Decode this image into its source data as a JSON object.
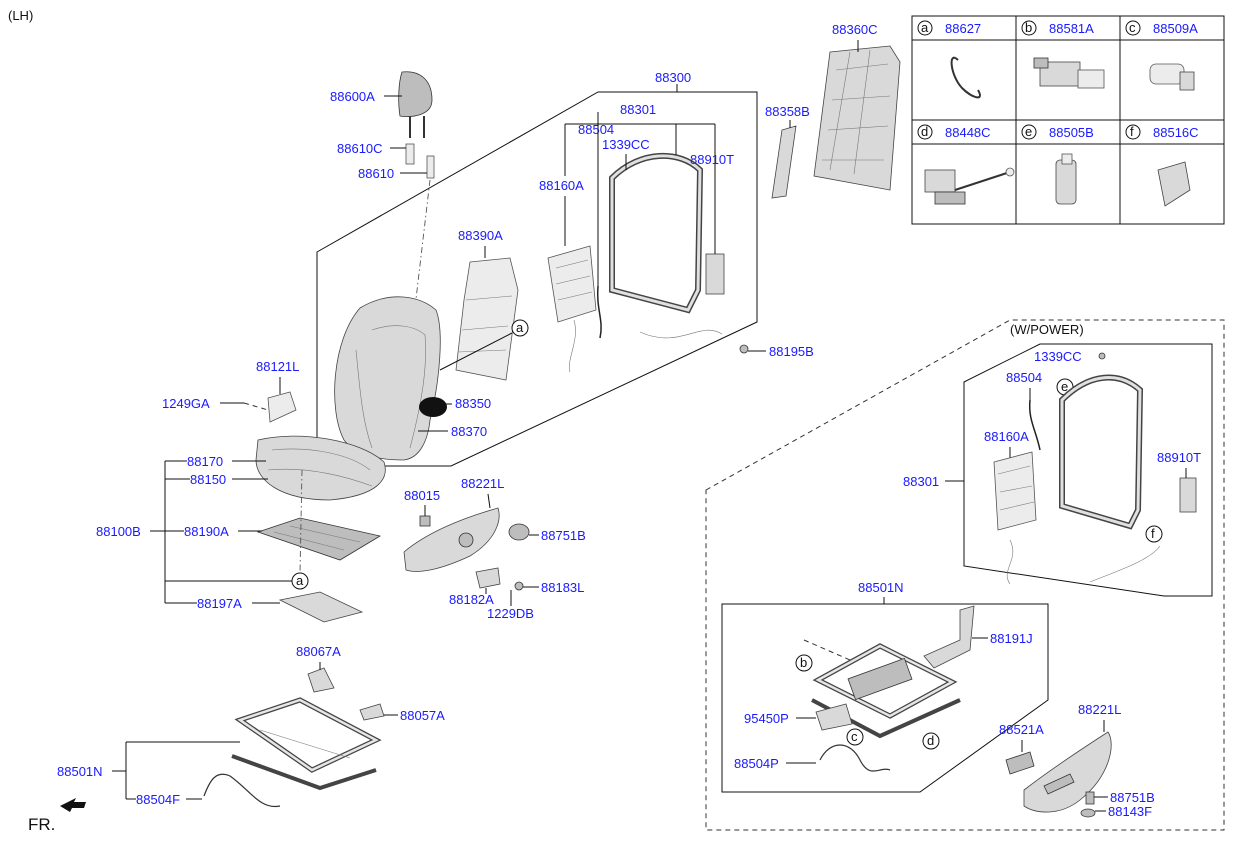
{
  "header": {
    "variant": "(LH)"
  },
  "labels": {
    "l88600A": "88600A",
    "l88610C": "88610C",
    "l88610": "88610",
    "l88300": "88300",
    "l88301": "88301",
    "l88504": "88504",
    "l1339CC": "1339CC",
    "l88910T": "88910T",
    "l88160A": "88160A",
    "l88390A": "88390A",
    "l88195B": "88195B",
    "l88350": "88350",
    "l88370": "88370",
    "l88121L": "88121L",
    "l1249GA": "1249GA",
    "l88170": "88170",
    "l88150": "88150",
    "l88100B": "88100B",
    "l88190A": "88190A",
    "l88197A": "88197A",
    "l88015": "88015",
    "l88221L": "88221L",
    "l88751B": "88751B",
    "l88182A": "88182A",
    "l88183L": "88183L",
    "l1229DB": "1229DB",
    "l88067A": "88067A",
    "l88057A": "88057A",
    "l88501N": "88501N",
    "l88504F": "88504F",
    "l88360C": "88360C",
    "l88358B": "88358B",
    "fr": "FR."
  },
  "legend_table": {
    "cells": [
      {
        "letter": "a",
        "part": "88627"
      },
      {
        "letter": "b",
        "part": "88581A"
      },
      {
        "letter": "c",
        "part": "88509A"
      },
      {
        "letter": "d",
        "part": "88448C"
      },
      {
        "letter": "e",
        "part": "88505B"
      },
      {
        "letter": "f",
        "part": "88516C"
      }
    ]
  },
  "power_section": {
    "title": "(W/POWER)",
    "l1339CC": "1339CC",
    "l88504": "88504",
    "l88160A": "88160A",
    "l88301": "88301",
    "l88910T": "88910T",
    "l88501N": "88501N",
    "l88191J": "88191J",
    "l95450P": "95450P",
    "l88504P": "88504P",
    "l88221L": "88221L",
    "l88521A": "88521A",
    "l88751B": "88751B",
    "l88143F": "88143F"
  },
  "callouts": {
    "a": "a",
    "b": "b",
    "c": "c",
    "d": "d",
    "e": "e",
    "f": "f"
  }
}
